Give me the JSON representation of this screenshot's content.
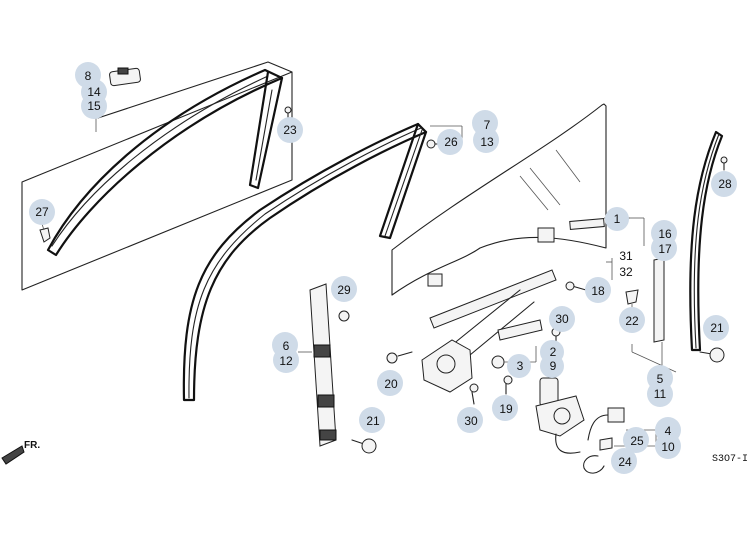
{
  "diagram_code": "S3O7-I",
  "direction_label": "FR.",
  "labels": {
    "c8": "8",
    "c14": "14",
    "c15": "15",
    "c23": "23",
    "c27": "27",
    "c7": "7",
    "c26": "26",
    "c13": "13",
    "c1": "1",
    "c16": "16",
    "c17": "17",
    "c31": "31",
    "c32": "32",
    "c18": "18",
    "c28": "28",
    "c29": "29",
    "c30a": "30",
    "c6": "6",
    "c12": "12",
    "c2": "2",
    "c3": "3",
    "c9": "9",
    "c20": "20",
    "c19": "19",
    "c30b": "30",
    "c21a": "21",
    "c21b": "21",
    "c22": "22",
    "c5": "5",
    "c11": "11",
    "c4": "4",
    "c25": "25",
    "c10": "10",
    "c24": "24"
  }
}
